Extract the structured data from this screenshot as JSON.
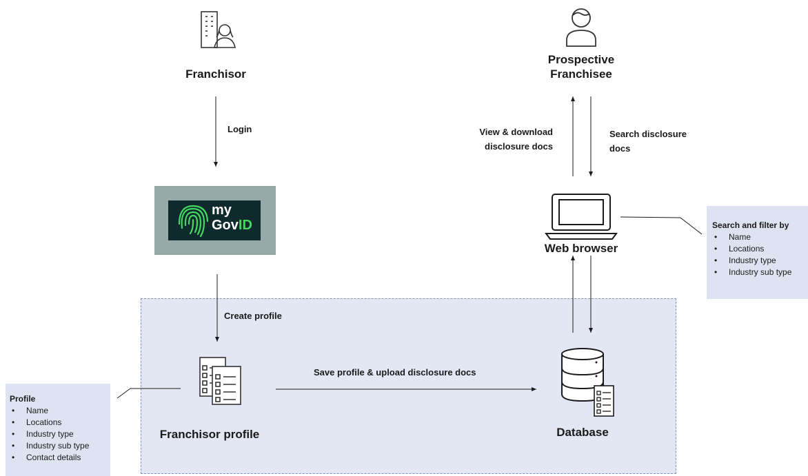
{
  "actors": {
    "franchisor": "Franchisor",
    "prospective_franchisee": "Prospective\nFranchisee"
  },
  "nodes": {
    "web_browser": "Web browser",
    "franchisor_profile": "Franchisor profile",
    "database": "Database"
  },
  "mygovid_logo": {
    "line1": "my",
    "line2_a": "Gov",
    "line2_b": "ID"
  },
  "edges": {
    "login": "Login",
    "create_profile": "Create profile",
    "save_profile": "Save profile & upload disclosure docs",
    "view_download": "View & download\ndisclosure docs",
    "search_docs": "Search disclosure\ndocs"
  },
  "search_filter_box": {
    "title": "Search and filter by",
    "items": [
      "Name",
      "Locations",
      "Industry type",
      "Industry sub type"
    ]
  },
  "profile_box": {
    "title": "Profile",
    "items": [
      "Name",
      "Locations",
      "Industry type",
      "Industry sub type",
      "Contact details"
    ]
  },
  "colors": {
    "zone_fill": "#e2e7f3",
    "zone_border": "#7f93bf",
    "info_box_fill": "#dde3f0",
    "mygovid_frame": "#97a9a7",
    "mygovid_bg": "#0f2a2c",
    "mygovid_green": "#43d95f"
  }
}
